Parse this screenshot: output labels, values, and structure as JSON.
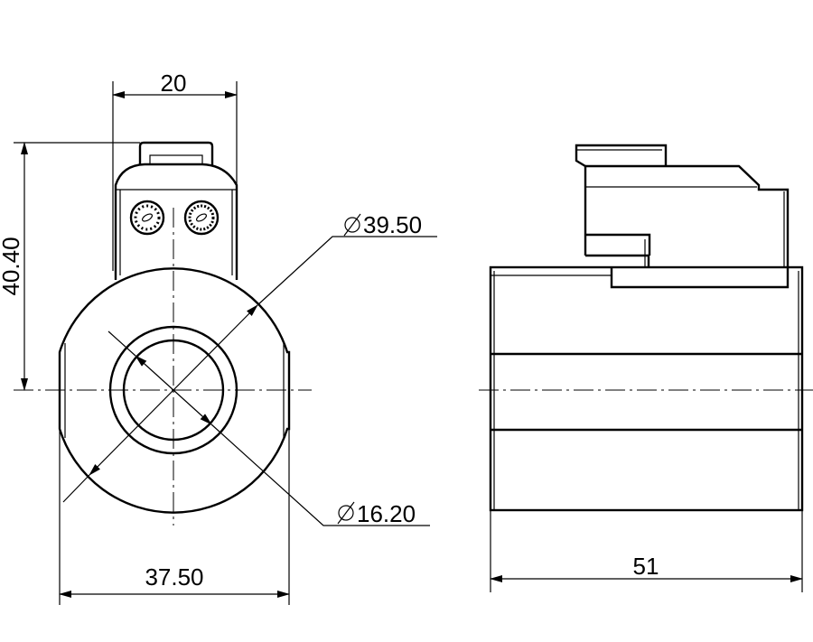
{
  "drawing": {
    "front_view": {
      "width_connector": "20",
      "height_to_connector": "40.40",
      "outer_diameter": "39.50",
      "inner_diameter": "16.20",
      "body_width": "37.50"
    },
    "side_view": {
      "length": "51"
    },
    "diameter_symbol": "⌀"
  }
}
